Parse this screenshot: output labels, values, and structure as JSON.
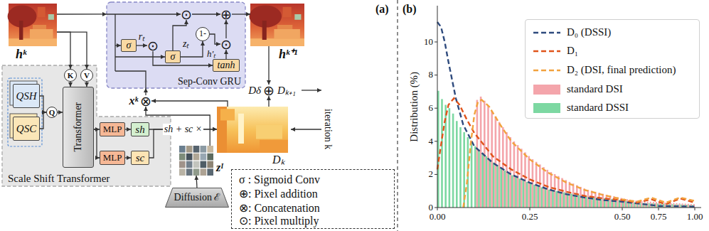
{
  "diagram": {
    "nodes": [
      {
        "text": [
          "hᵏ"
        ]
      },
      {
        "text": [
          "Sep-Conv GRU"
        ]
      },
      {
        "text": [
          "σ"
        ],
        "in": 1
      },
      {
        "text": [
          "⊙"
        ],
        "in": 1
      },
      {
        "text": [
          "σ"
        ],
        "in": 1
      },
      {
        "text": [
          "⊙"
        ],
        "in": 1
      },
      {
        "text": [
          "1-"
        ],
        "in": 1
      },
      {
        "text": [
          "⊙"
        ],
        "in": 1
      },
      {
        "text": [
          "⊕"
        ],
        "in": 1
      },
      {
        "text": [
          "tanh"
        ],
        "in": 1
      },
      {
        "text": [
          "hᵏ⁺¹"
        ]
      },
      {
        "text": [
          "Scale Shift Transformer"
        ]
      },
      {
        "text": [
          "QSH"
        ],
        "in": 11
      },
      {
        "text": [
          "QSC"
        ],
        "in": 11
      },
      {
        "text": [
          "Q"
        ],
        "in": 11
      },
      {
        "text": [
          "K"
        ],
        "in": 11
      },
      {
        "text": [
          "V"
        ],
        "in": 11
      },
      {
        "text": [
          "Transformer"
        ],
        "in": 11
      },
      {
        "text": [
          "MLP"
        ],
        "in": 11
      },
      {
        "text": [
          "MLP"
        ],
        "in": 11
      },
      {
        "text": [
          "sh"
        ],
        "in": 11
      },
      {
        "text": [
          "sc"
        ],
        "in": 11
      },
      {
        "text": [
          "⊗"
        ]
      },
      {
        "text": [
          "Dₖ"
        ]
      },
      {
        "text": [
          "zᴵ"
        ]
      },
      {
        "text": [
          "Diffusion ℰ"
        ]
      },
      {
        "text": [
          "⊕"
        ]
      }
    ],
    "edges": [
      {
        "from": 0,
        "to": 1,
        "arrow": "to"
      },
      {
        "from": 0,
        "to": 15,
        "arrow": "to"
      },
      {
        "from": 0,
        "to": 16,
        "arrow": "to"
      },
      {
        "from": 2,
        "to": 3,
        "arrow": "to"
      },
      {
        "from": 3,
        "to": 9,
        "arrow": "to"
      },
      {
        "from": 4,
        "to": 5,
        "arrow": "to"
      },
      {
        "from": 4,
        "to": 6,
        "arrow": "to"
      },
      {
        "from": 6,
        "to": 7,
        "arrow": "to"
      },
      {
        "from": 9,
        "to": 7,
        "arrow": "to"
      },
      {
        "from": 7,
        "to": 8,
        "arrow": "to"
      },
      {
        "from": 5,
        "to": 8,
        "arrow": "to"
      },
      {
        "from": 8,
        "to": 10,
        "arrow": "to"
      },
      {
        "from": 12,
        "to": 14,
        "arrow": "to"
      },
      {
        "from": 13,
        "to": 14,
        "arrow": "to"
      },
      {
        "from": 14,
        "to": 17,
        "arrow": "to"
      },
      {
        "from": 15,
        "to": 17,
        "arrow": "to"
      },
      {
        "from": 16,
        "to": 17,
        "arrow": "to"
      },
      {
        "from": 17,
        "to": 18,
        "arrow": "to"
      },
      {
        "from": 17,
        "to": 19,
        "arrow": "to"
      },
      {
        "from": 18,
        "to": 20,
        "arrow": "to"
      },
      {
        "from": 19,
        "to": 21,
        "arrow": "to"
      },
      {
        "from": 20,
        "to": 23,
        "label": "sh + sc ×",
        "arrow": "to"
      },
      {
        "from": 21,
        "to": 23,
        "arrow": "to"
      },
      {
        "from": 23,
        "to": 22,
        "arrow": "to"
      },
      {
        "from": 24,
        "to": 22,
        "arrow": "to"
      },
      {
        "from": 25,
        "to": 24,
        "arrow": "to"
      },
      {
        "from": 22,
        "to": 1,
        "arrow": "to"
      },
      {
        "from": 10,
        "to": 26,
        "arrow": "to"
      },
      {
        "from": 23,
        "to": 26,
        "arrow": "to"
      }
    ],
    "labels": [
      "(a)",
      "rₜ",
      "zₜ",
      "h'ₜ",
      "xᵏ",
      "Dδ",
      "Dₖ₊₁",
      "iteration k",
      "(b)",
      "Distribution (%)",
      "0",
      "2",
      "4",
      "6",
      "8",
      "10",
      "0.00",
      "0.25",
      "0.50",
      "0.75",
      "1.00"
    ],
    "legend": [
      {
        "text": "σ : Sigmoid Conv"
      },
      {
        "text": "⊕: Pixel addition"
      },
      {
        "text": "⊗: Concatenation"
      },
      {
        "text": "⊙: Pixel multiply"
      },
      {
        "text": "D₀ (DSSI)"
      },
      {
        "text": "D₁"
      },
      {
        "text": "D₂ (DSI, final prediction)"
      },
      {
        "text": "standard DSI",
        "color": "#f4a5ab"
      },
      {
        "text": "standard DSSI",
        "color": "#7dd8a2"
      }
    ]
  }
}
